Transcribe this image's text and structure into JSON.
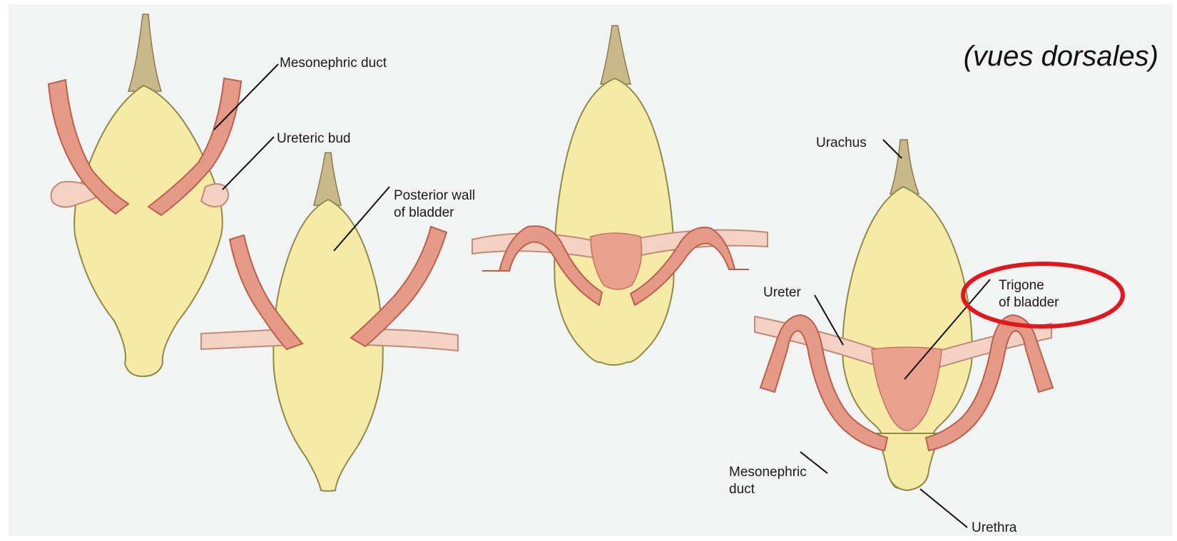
{
  "caption": "(vues dorsales)",
  "labels": {
    "mesonephric_duct_top": "Mesonephric duct",
    "ureteric_bud": "Ureteric bud",
    "posterior_wall_line1": "Posterior wall",
    "posterior_wall_line2": "of bladder",
    "urachus": "Urachus",
    "ureter": "Ureter",
    "trigone_line1": "Trigone",
    "trigone_line2": "of bladder",
    "mesonephric_duct_bottom_line1": "Mesonephric",
    "mesonephric_duct_bottom_line2": "duct",
    "urethra": "Urethra"
  },
  "colors": {
    "background": "#f2f3f3",
    "bladder": "#f6eaa6",
    "bladder_outline": "#8b8a4a",
    "duct": "#e69a86",
    "duct_outline": "#b8604e",
    "ureter": "#f3d2c3",
    "ureter_outline": "#c08a78",
    "trigone": "#e9a08c",
    "urachus": "#c9b98a",
    "highlight": "#e0181e"
  }
}
